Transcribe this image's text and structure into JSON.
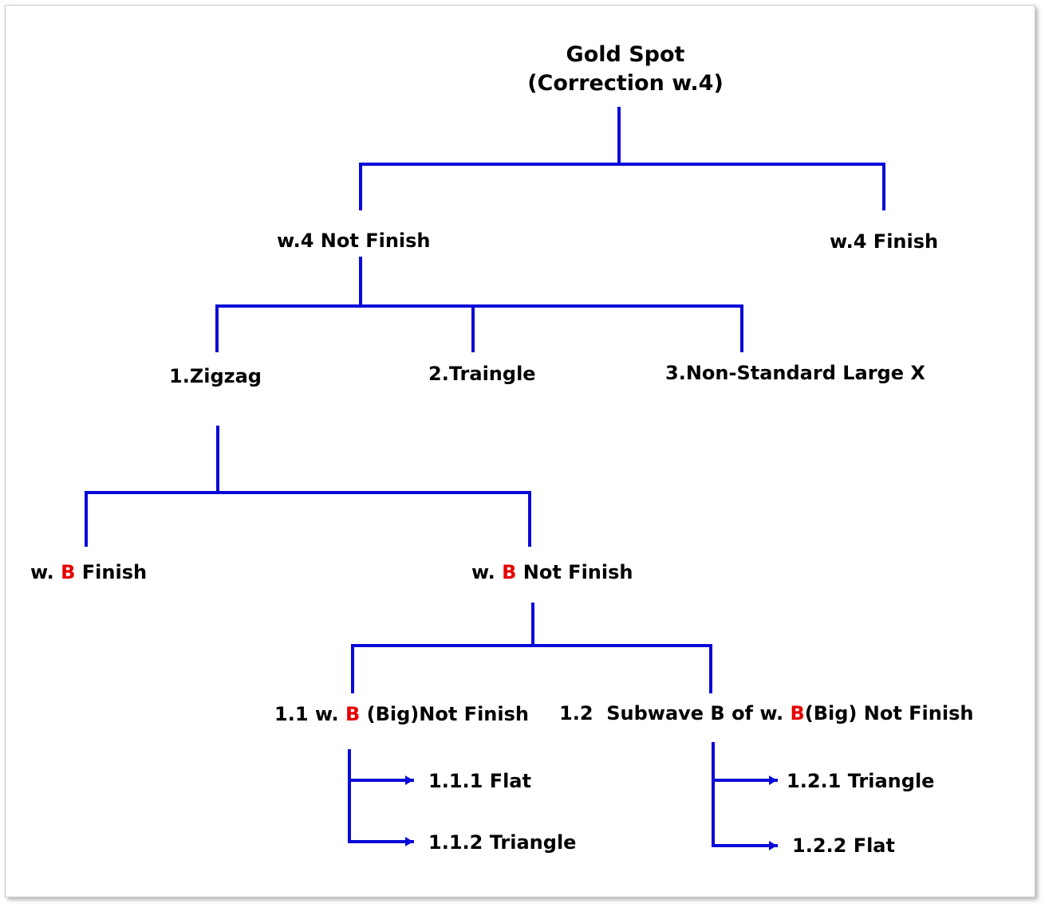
{
  "diagram": {
    "root": {
      "line1": "Gold Spot",
      "line2": "(Correction w.4)"
    },
    "level1": {
      "not_finish": "w.4 Not Finish",
      "finish": "w.4 Finish"
    },
    "level2": {
      "zigzag": "1.Zigzag",
      "triangle": "2.Traingle",
      "nonstandard": "3.Non-Standard Large X"
    },
    "level3": {
      "b_finish": {
        "prefix": "w.",
        "wave": "B",
        "suffix": "Finish"
      },
      "b_not_finish": {
        "prefix": "w.",
        "wave": "B",
        "suffix": "Not Finish"
      }
    },
    "level4": {
      "big_not_finish": {
        "prefix": "1.1 w.",
        "wave": "B",
        "mid": "(Big)",
        "suffix": "Not Finish"
      },
      "subwave_not_finish": {
        "prefix": "1.2  Subwave B of w.",
        "wave": "B",
        "suffix": "(Big) Not Finish"
      }
    },
    "level5": {
      "flat_1": "1.1.1 Flat",
      "triangle_1": "1.1.2 Triangle",
      "triangle_2": "1.2.1 Triangle",
      "flat_2": "1.2.2 Flat"
    },
    "colors": {
      "connector": "#0a0ad8",
      "wave_highlight": "#e60000",
      "text": "#000000"
    }
  }
}
